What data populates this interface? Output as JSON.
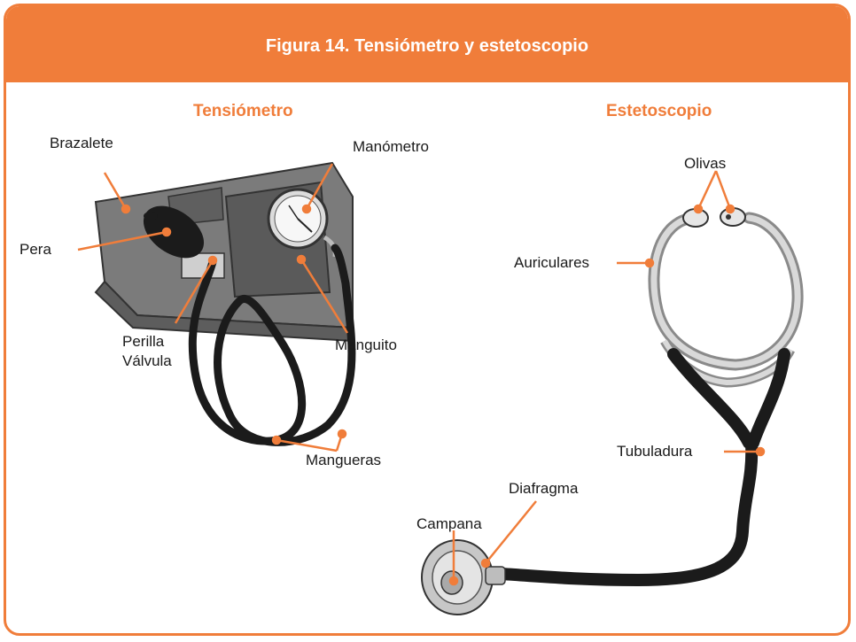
{
  "figure": {
    "title": "Figura 14. Tensiómetro y estetoscopio",
    "accent_color": "#f07d3a"
  },
  "tensiometro": {
    "heading": "Tensiómetro",
    "labels": {
      "brazalete": "Brazalete",
      "manometro": "Manómetro",
      "pera": "Pera",
      "perilla": "Perilla",
      "valvula": "Válvula",
      "manguito": "Manguito",
      "mangueras": "Mangueras"
    }
  },
  "estetoscopio": {
    "heading": "Estetoscopio",
    "labels": {
      "olivas": "Olivas",
      "auriculares": "Auriculares",
      "tubuladura": "Tubuladura",
      "diafragma": "Diafragma",
      "campana": "Campana"
    }
  }
}
